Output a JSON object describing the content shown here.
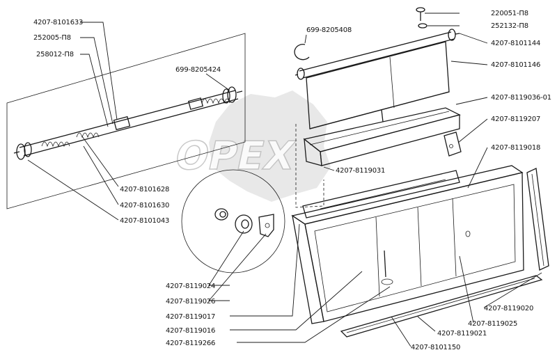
{
  "watermark": "OPEX",
  "labels": {
    "l01": "4207-8101633",
    "l02": "252005-П8",
    "l03": "258012-П8",
    "l04": "699-8205408",
    "l05": "699-8205424",
    "l06": "220051-П8",
    "l07": "252132-П8",
    "l08": "4207-8101144",
    "l09": "4207-8101146",
    "l10": "4207-8119036-01",
    "l11": "4207-8119207",
    "l12": "4207-8119018",
    "l13": "4207-8119031",
    "l14": "4207-8101628",
    "l15": "4207-8101630",
    "l16": "4207-8101043",
    "l17": "4207-8119024",
    "l18": "4207-8119026",
    "l19": "4207-8119017",
    "l20": "4207-8119016",
    "l21": "4207-8119266",
    "l22": "4207-8119020",
    "l23": "4207-8119025",
    "l24": "4207-8119021",
    "l25": "4207-8101150"
  }
}
